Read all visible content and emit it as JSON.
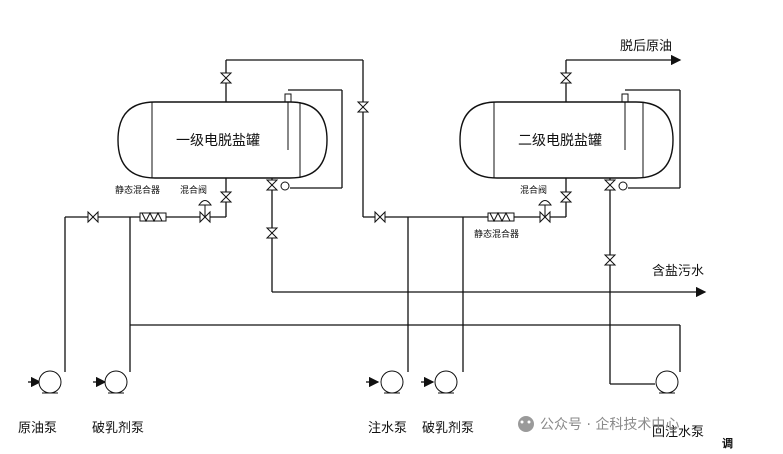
{
  "vessels": {
    "first": "一级电脱盐罐",
    "second": "二级电脱盐罐"
  },
  "streams": {
    "desalted_oil": "脱后原油",
    "salty_water": "含盐污水"
  },
  "components": {
    "static_mixer_1": "静态混合器",
    "mix_valve_1": "混合阀",
    "static_mixer_2": "静态混合器",
    "mix_valve_2": "混合阀"
  },
  "pumps": {
    "crude_oil": "原油泵",
    "demulsifier_1": "破乳剂泵",
    "water_injection": "注水泵",
    "demulsifier_2": "破乳剂泵",
    "return_water": "回注水泵"
  },
  "watermark": {
    "text": "公众号 · 企科技术中心",
    "corner": "调"
  }
}
